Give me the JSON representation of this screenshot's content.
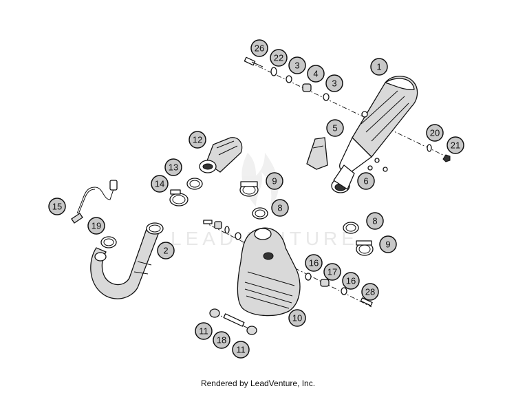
{
  "diagram": {
    "watermark_text": "LEADVENTURE",
    "footer_text": "Rendered by LeadVenture, Inc.",
    "callouts": [
      "26",
      "22",
      "3",
      "4",
      "3",
      "1",
      "5",
      "6",
      "20",
      "21",
      "12",
      "13",
      "14",
      "9",
      "8",
      "15",
      "19",
      "2",
      "8",
      "9",
      "16",
      "17",
      "16",
      "28",
      "10",
      "11",
      "18",
      "11"
    ]
  }
}
